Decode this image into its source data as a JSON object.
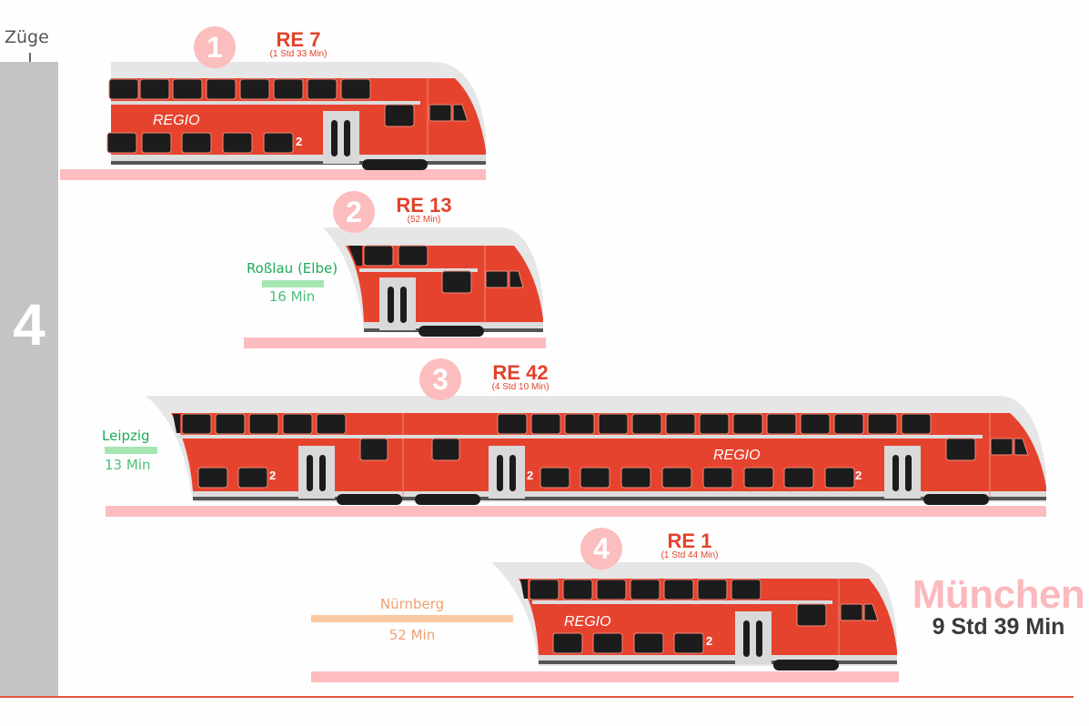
{
  "axis": {
    "label": "Züge",
    "count": "4"
  },
  "colors": {
    "train_red": "#e6432f",
    "roof": "#e6e6e6",
    "window": "#1c1c1c",
    "door": "#d9d9d9",
    "platform": "#fdbcc0",
    "badge": "#fbbdbd",
    "route_text": "#e2432c",
    "green_stop": "#1faa59",
    "green_bar": "#a6e5b2",
    "orange_stop": "#f0a071",
    "orange_bar": "#fbc9a3",
    "destination": "#fbb9bd",
    "total": "#3a3a3a",
    "baseline": "#e2553a"
  },
  "trains": [
    {
      "index": "1",
      "route": "RE 7",
      "duration": "(1 Std 33 Min)",
      "transfer": null
    },
    {
      "index": "2",
      "route": "RE 13",
      "duration": "(52 Min)",
      "transfer": {
        "station": "Roßlau (Elbe)",
        "wait": "16 Min",
        "color": "green"
      }
    },
    {
      "index": "3",
      "route": "RE 42",
      "duration": "(4 Std 10 Min)",
      "transfer": {
        "station": "Leipzig",
        "wait": "13 Min",
        "color": "green"
      }
    },
    {
      "index": "4",
      "route": "RE 1",
      "duration": "(1 Std 44 Min)",
      "transfer": {
        "station": "Nürnberg",
        "wait": "52 Min",
        "color": "orange"
      }
    }
  ],
  "train_livery": {
    "brand": "REGIO",
    "class_marker": "2"
  },
  "destination": {
    "city": "München",
    "total_time": "9 Std 39 Min"
  }
}
